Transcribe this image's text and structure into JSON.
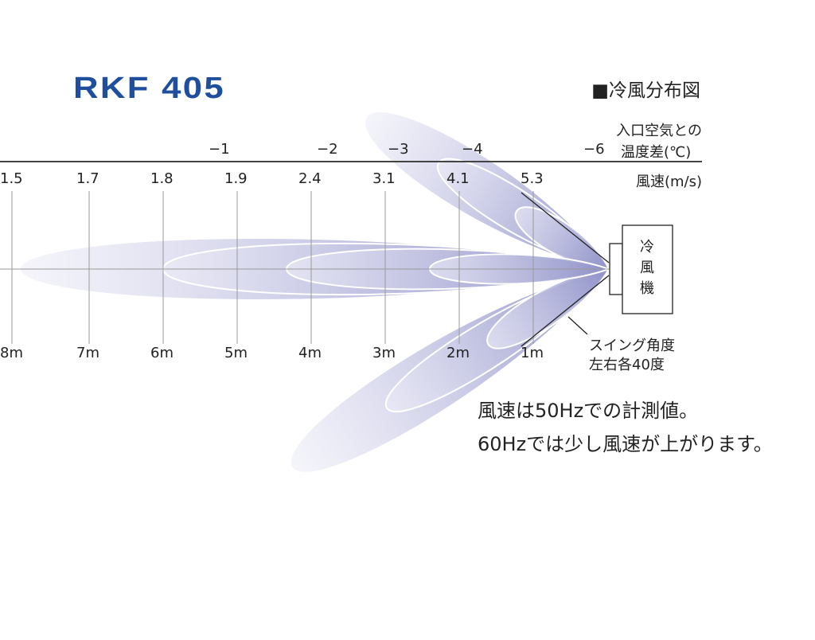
{
  "logo": "RKF 405",
  "title": "■冷風分布図",
  "temp_header": {
    "line1": "入口空気との",
    "line2": "温度差(℃)"
  },
  "temperatures": [
    "−1",
    "−2",
    "−3",
    "−4",
    "−6"
  ],
  "speed_header": "風速(m/s)",
  "speeds": [
    "1.5",
    "1.7",
    "1.8",
    "1.9",
    "2.4",
    "3.1",
    "4.1",
    "5.3"
  ],
  "distances": [
    "8m",
    "7m",
    "6m",
    "5m",
    "4m",
    "3m",
    "2m",
    "1m"
  ],
  "unit_label": "冷風機",
  "swing": {
    "line1": "スイング角度",
    "line2": "左右各40度"
  },
  "notes": [
    "風速は50Hzでの計測値。",
    "60Hzでは少し風速が上がります。"
  ]
}
